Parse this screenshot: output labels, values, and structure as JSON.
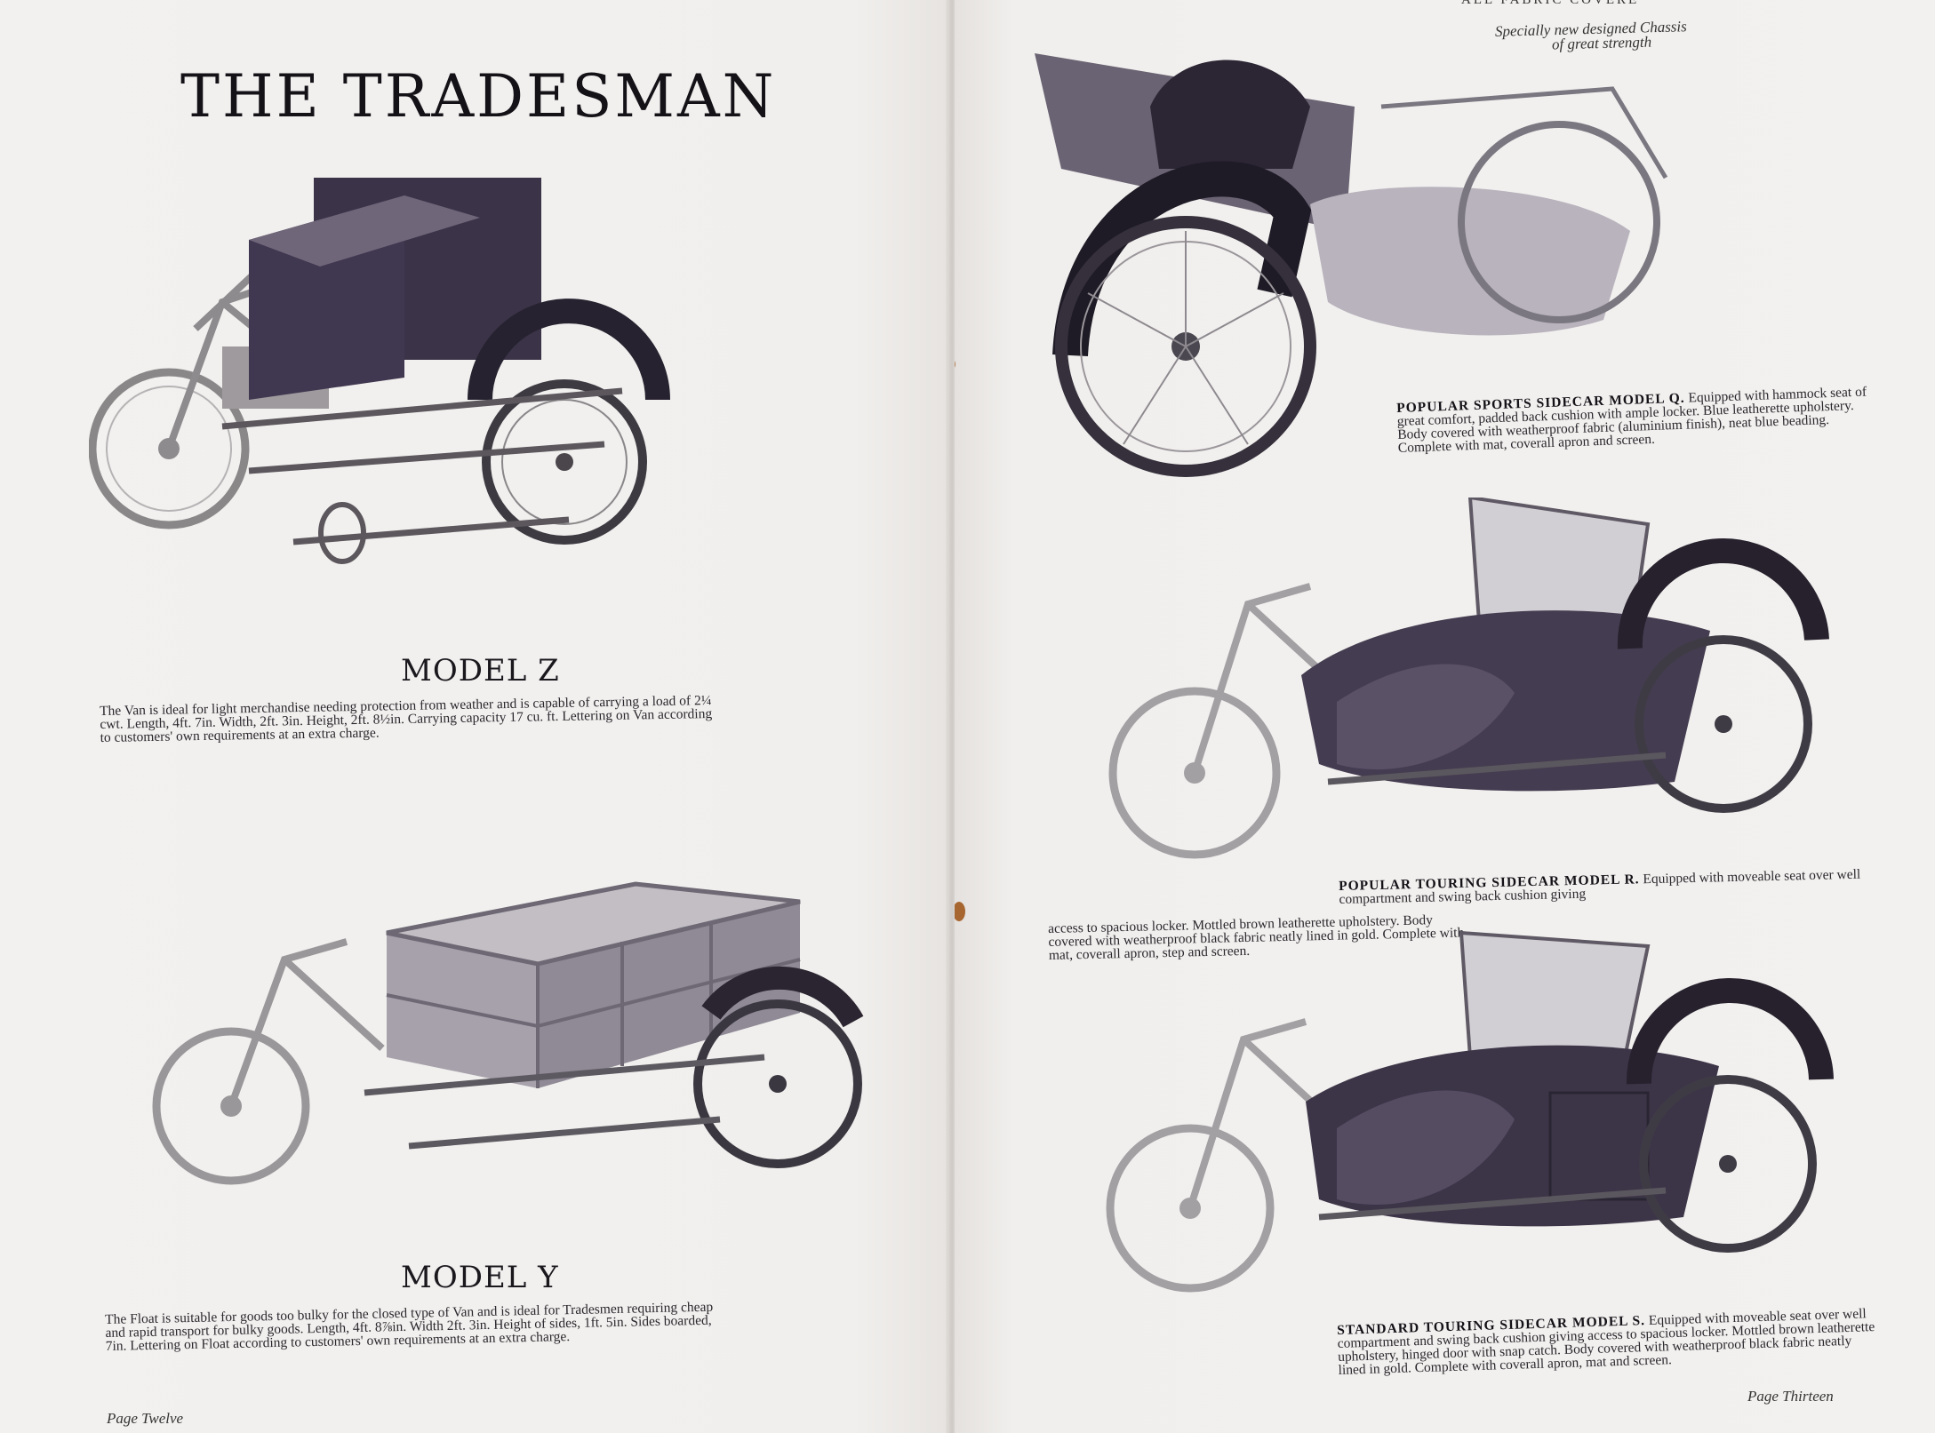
{
  "left_page": {
    "title": "THE TRADESMAN",
    "model_z": {
      "heading": "MODEL Z",
      "description": "The Van is ideal for light merchandise needing protection from weather and is capable of carrying a load of 2¼ cwt. Length, 4ft. 7in. Width, 2ft. 3in. Height, 2ft. 8½in. Carrying capacity 17 cu. ft. Lettering on Van according to customers' own requirements at an extra charge."
    },
    "model_y": {
      "heading": "MODEL Y",
      "description": "The Float is suitable for goods too bulky for the closed type of Van and is ideal for Tradesmen requiring cheap and rapid transport for bulky goods. Length, 4ft. 8⅞in. Width 2ft. 3in. Height of sides, 1ft. 5in. Sides boarded, 7in. Lettering on Float according to customers' own requirements at an extra charge."
    },
    "page_number": "Page Twelve"
  },
  "right_page": {
    "header_top": "ALL FABRIC COVERE",
    "header_note_line1": "Specially new designed Chassis",
    "header_note_line2": "of great strength",
    "model_q": {
      "name": "POPULAR SPORTS SIDECAR MODEL Q.",
      "description": "Equipped with hammock seat of great comfort, padded back cushion with ample locker. Blue leatherette upholstery. Body covered with weatherproof fabric (aluminium finish), neat blue beading. Complete with mat, coverall apron and screen."
    },
    "model_r": {
      "name": "POPULAR TOURING SIDECAR MODEL R.",
      "description_lead": "Equipped with moveable seat over well compartment and swing back cushion giving",
      "description_rest": "access to spacious locker. Mottled brown leatherette upholstery. Body covered with weatherproof black fabric neatly lined in gold. Complete with mat, coverall apron, step and screen."
    },
    "model_s": {
      "name": "STANDARD TOURING SIDECAR MODEL S.",
      "description_lead": "Equipped with moveable seat over well compartment and swing back cushion giving access to spacious locker. Mottled brown leatherette upholstery, hinged door with snap catch. Body covered with weatherproof black fabric neatly lined in gold. Complete with coverall apron, mat and screen."
    },
    "page_number": "Page Thirteen"
  },
  "icons": [
    "motorcycle-van-illustration",
    "motorcycle-float-illustration",
    "sports-sidecar-illustration",
    "touring-sidecar-r-illustration",
    "touring-sidecar-s-illustration"
  ]
}
